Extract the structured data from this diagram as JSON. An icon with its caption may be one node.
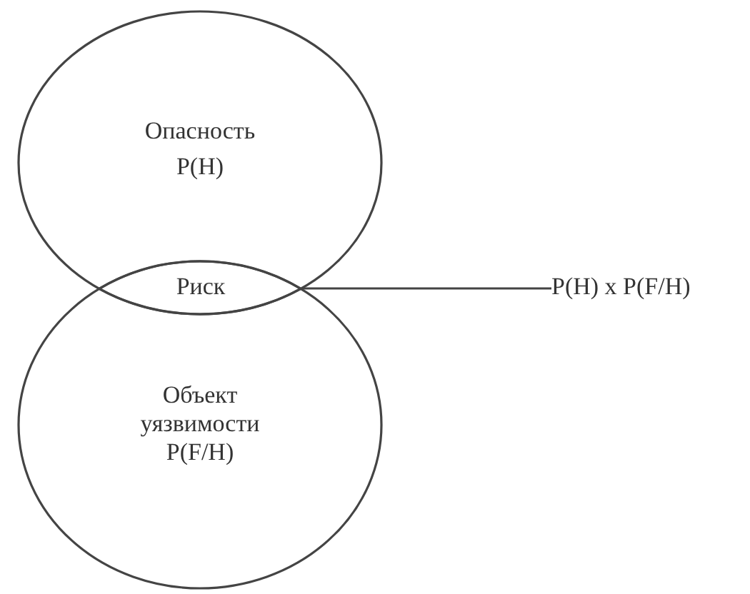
{
  "diagram": {
    "nodes": [
      {
        "text": [
          "Опасность",
          "P(H)"
        ]
      },
      {
        "text": [
          "Объект уязвимости",
          "P(F/H)"
        ]
      },
      {
        "text": [
          "Риск"
        ]
      },
      {
        "text": [
          "P(H) x P(F/H)"
        ]
      }
    ],
    "edges": [
      {
        "from": 2,
        "to": 3,
        "arrow": "none"
      }
    ]
  }
}
